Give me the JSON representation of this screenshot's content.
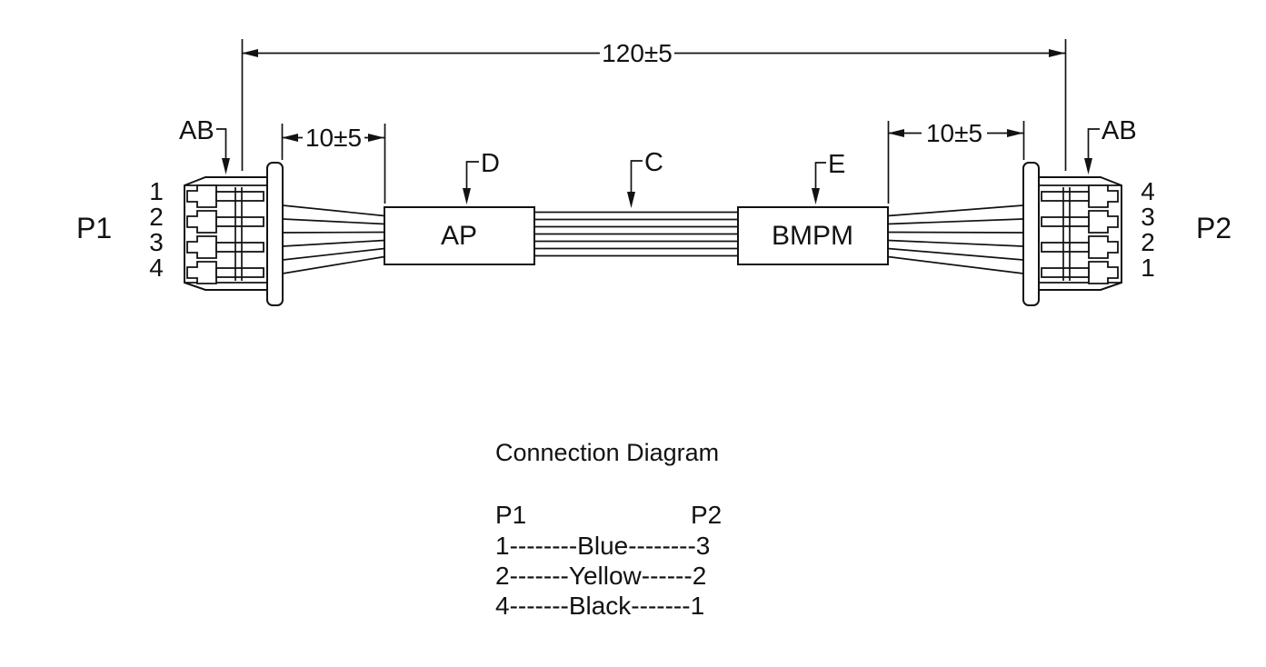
{
  "colors": {
    "ink": "#121212",
    "background": "#ffffff"
  },
  "dimensions": {
    "overall": "120±5",
    "left_tail": "10±5",
    "right_tail": "10±5"
  },
  "callouts": {
    "ab_left": "AB",
    "ab_right": "AB",
    "d": "D",
    "c": "C",
    "e": "E"
  },
  "components": {
    "ap": "AP",
    "bmpm": "BMPM"
  },
  "connectors": {
    "p1": {
      "label": "P1",
      "pins": [
        "1",
        "2",
        "3",
        "4"
      ]
    },
    "p2": {
      "label": "P2",
      "pins": [
        "4",
        "3",
        "2",
        "1"
      ]
    }
  },
  "connection_table": {
    "title": "Connection Diagram",
    "left_header": "P1",
    "right_header": "P2",
    "rows": [
      {
        "from": "1",
        "color": "Blue",
        "to": "3",
        "display": "1--------Blue--------3"
      },
      {
        "from": "2",
        "color": "Yellow",
        "to": "2",
        "display": "2-------Yellow------2"
      },
      {
        "from": "4",
        "color": "Black",
        "to": "1",
        "display": "4-------Black-------1"
      }
    ]
  }
}
